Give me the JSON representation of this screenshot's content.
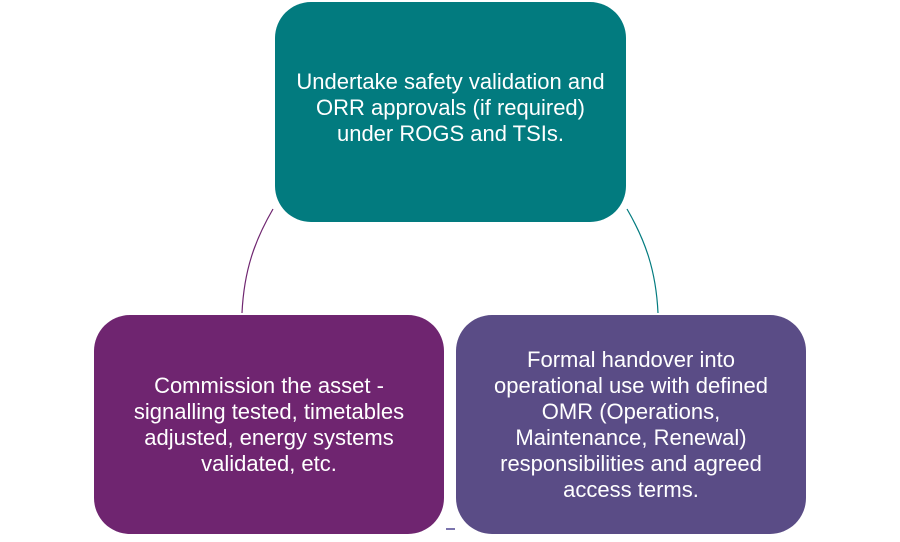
{
  "diagram": {
    "type": "cycle",
    "nodes": [
      {
        "id": "top",
        "text": "Undertake safety validation and ORR approvals (if required) under ROGS and TSIs.",
        "color": "#027b7f"
      },
      {
        "id": "left",
        "text": "Commission the asset - signalling tested, timetables adjusted, energy systems validated, etc.",
        "color": "#6f2570"
      },
      {
        "id": "right",
        "text": "Formal handover into operational use with defined OMR (Operations, Maintenance, Renewal) responsibilities and agreed access terms.",
        "color": "#5a4c86"
      }
    ],
    "connectors": [
      {
        "from": "left",
        "to": "top",
        "color": "#6f2570"
      },
      {
        "from": "top",
        "to": "right",
        "color": "#027b7f"
      },
      {
        "from": "right",
        "to": "left",
        "color": "#7b74ad"
      }
    ]
  }
}
